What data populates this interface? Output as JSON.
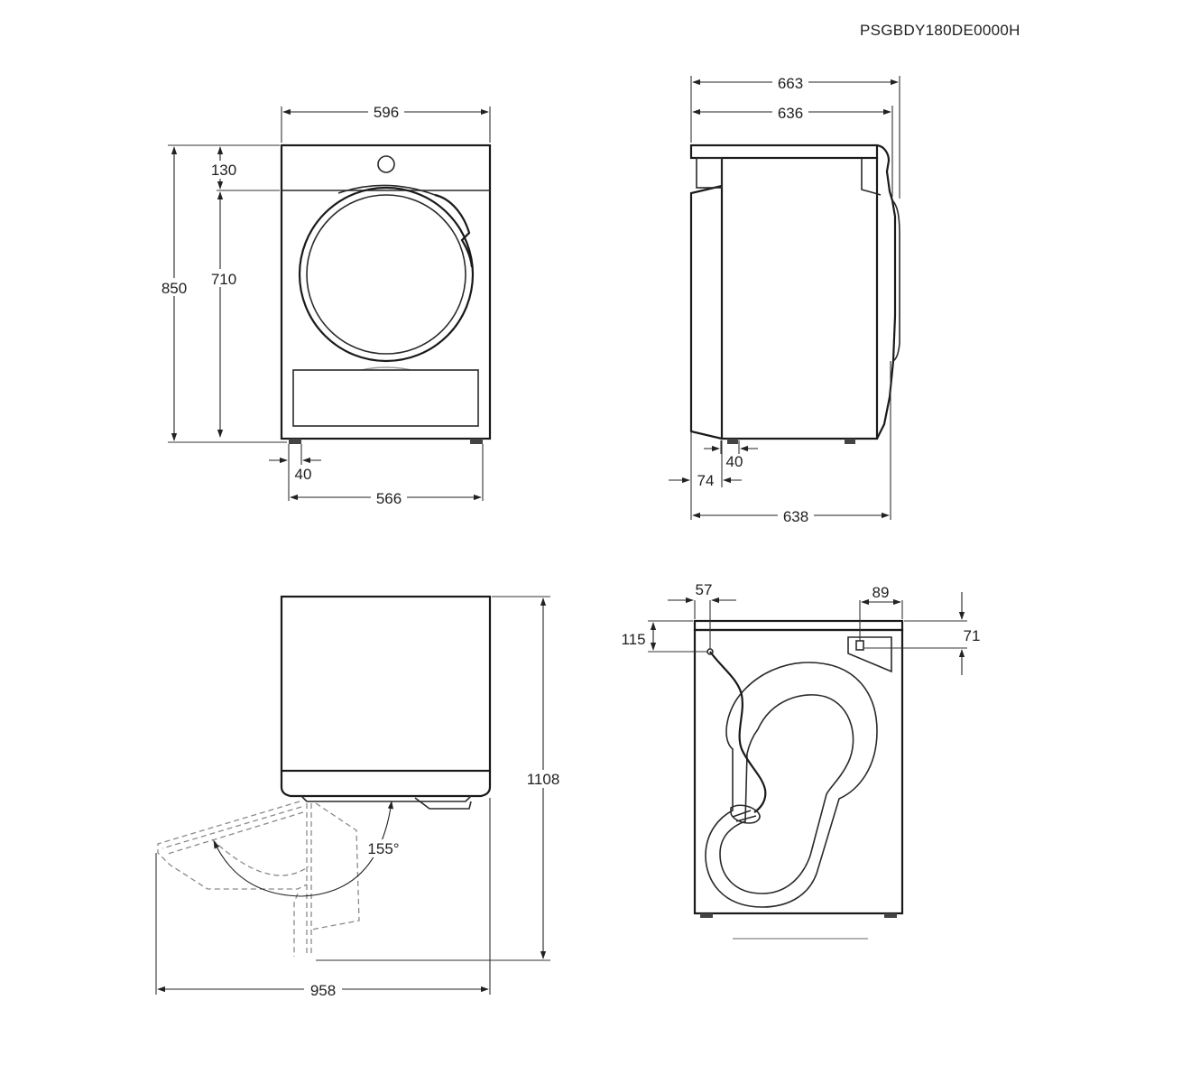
{
  "code": "PSGBDY180DE0000H",
  "front_view": {
    "width": "596",
    "height_total": "850",
    "panel_height": "130",
    "door_area_height": "710",
    "foot_offset": "40",
    "foot_span": "566"
  },
  "side_view": {
    "depth_total": "663",
    "depth_body": "636",
    "depth_base": "638",
    "foot_offset": "40",
    "back_offset": "74"
  },
  "door_view": {
    "height_door_open": "1108",
    "width_door_open": "958",
    "door_angle": "155°"
  },
  "rear_view": {
    "hose_offset_x": "57",
    "hose_offset_y": "115",
    "plug_offset_x": "89",
    "plug_offset_y": "71"
  }
}
